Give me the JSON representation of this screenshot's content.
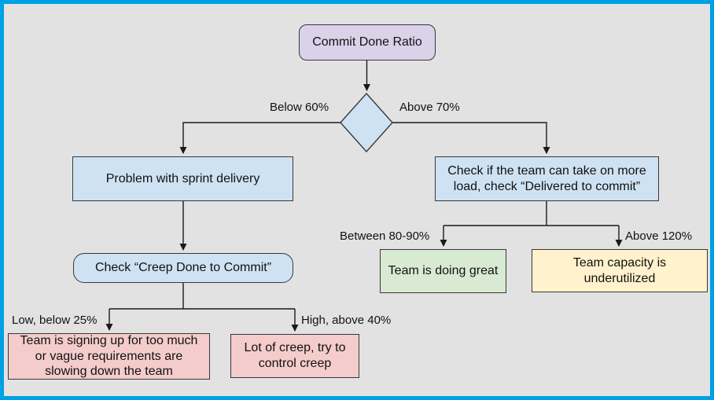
{
  "frame": {
    "border_color": "#00a0e4",
    "canvas_background": "#e2e2e2",
    "node_border_color": "#383838",
    "connector_color": "#1a1a1a"
  },
  "flowchart": {
    "nodes": {
      "commit_done_ratio": {
        "label": "Commit Done Ratio",
        "fill": "#d9d2e9",
        "shape": "rounded-rect"
      },
      "decision": {
        "label": "",
        "fill": "#cfe2f3",
        "shape": "diamond"
      },
      "problem_sprint": {
        "label": "Problem with sprint delivery",
        "fill": "#cfe2f3",
        "shape": "rect"
      },
      "check_load": {
        "label": "Check if the team can take on more load, check “Delivered to commit”",
        "fill": "#cfe2f3",
        "shape": "rect"
      },
      "check_creep": {
        "label": "Check “Creep Done to Commit”",
        "fill": "#cfe2f3",
        "shape": "rounded-rect"
      },
      "too_much": {
        "label": "Team is signing up for too much or vague requirements are slowing down the team",
        "fill": "#f4cccc",
        "shape": "rect"
      },
      "lot_creep": {
        "label": "Lot of creep, try to control creep",
        "fill": "#f4cccc",
        "shape": "rect"
      },
      "doing_great": {
        "label": "Team is doing great",
        "fill": "#d9ead3",
        "shape": "rect"
      },
      "underutilized": {
        "label": "Team capacity is underutilized",
        "fill": "#fff2cc",
        "shape": "rect"
      }
    },
    "edge_labels": {
      "below_60": "Below 60%",
      "above_70": "Above 70%",
      "between_80_90": "Between 80-90%",
      "above_120": "Above 120%",
      "low_below_25": "Low, below 25%",
      "high_above_40": "High, above 40%"
    }
  }
}
